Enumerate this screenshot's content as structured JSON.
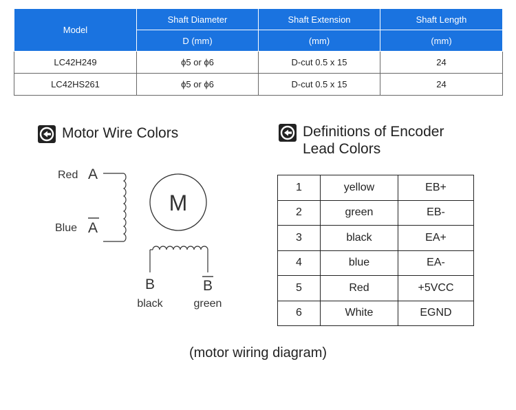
{
  "spec_table": {
    "headers": {
      "model": "Model",
      "shaft_diameter": "Shaft Diameter",
      "shaft_extension": "Shaft Extension",
      "shaft_length": "Shaft Length",
      "diameter_unit": "D (mm)",
      "extension_unit": "(mm)",
      "length_unit": "(mm)"
    },
    "rows": [
      {
        "model": "LC42H249",
        "diameter": "ϕ5 or ϕ6",
        "extension": "D-cut 0.5 x 15",
        "length": "24"
      },
      {
        "model": "LC42HS261",
        "diameter": "ϕ5 or ϕ6",
        "extension": "D-cut 0.5 x 15",
        "length": "24"
      }
    ]
  },
  "wire_section": {
    "title": "Motor Wire Colors",
    "icon": "circle-arrow-icon",
    "motor_label": "M",
    "coil_a": {
      "top_color": "Red",
      "top_terminal": "A",
      "bottom_color": "Blue",
      "bottom_terminal": "A"
    },
    "coil_b": {
      "left_terminal": "B",
      "left_color": "black",
      "right_terminal": "B",
      "right_color": "green"
    }
  },
  "encoder_section": {
    "title_line1": "Definitions of Encoder",
    "title_line2": "Lead Colors",
    "icon": "circle-arrow-icon",
    "rows": [
      {
        "pin": "1",
        "color": "yellow",
        "signal": "EB+"
      },
      {
        "pin": "2",
        "color": "green",
        "signal": "EB-"
      },
      {
        "pin": "3",
        "color": "black",
        "signal": "EA+"
      },
      {
        "pin": "4",
        "color": "blue",
        "signal": "EA-"
      },
      {
        "pin": "5",
        "color": "Red",
        "signal": "+5VCC"
      },
      {
        "pin": "6",
        "color": "White",
        "signal": "EGND"
      }
    ]
  },
  "caption": "(motor wiring diagram)",
  "colors": {
    "header_blue": "#1a73e0"
  }
}
